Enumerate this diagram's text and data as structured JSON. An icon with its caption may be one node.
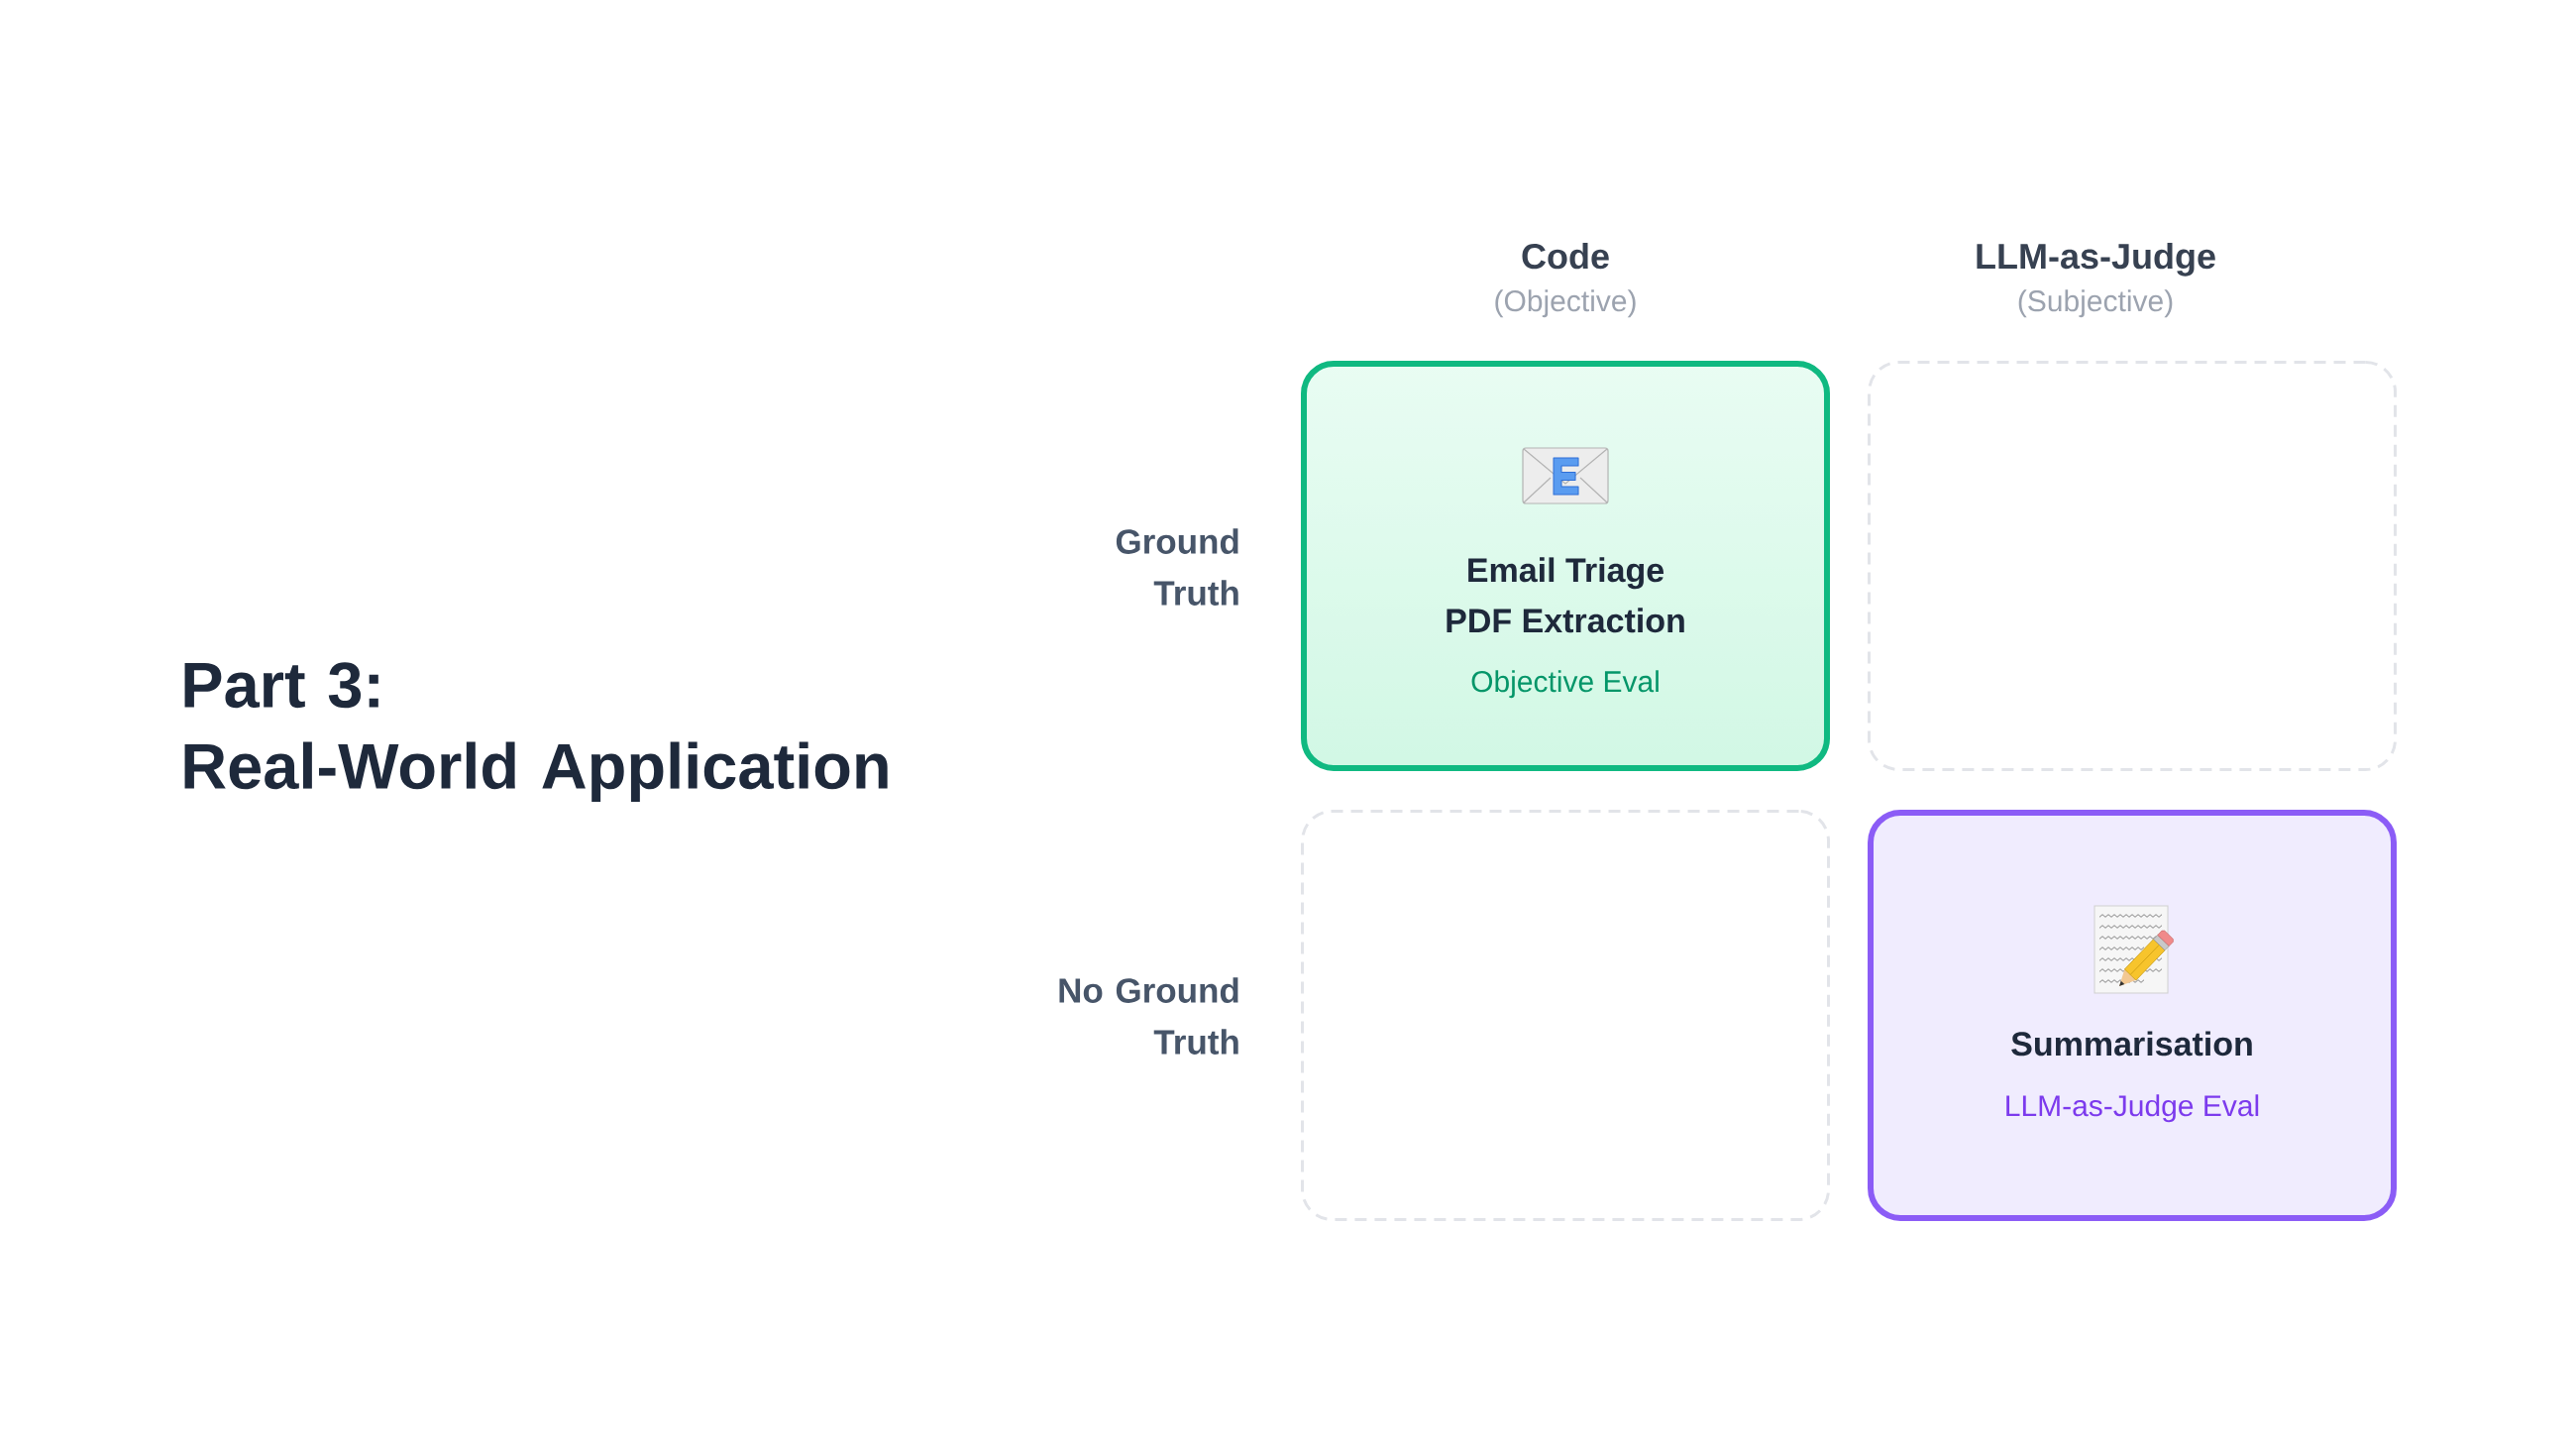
{
  "diagram": {
    "title": "Part 3: Real-World Application",
    "nodes": [
      {
        "text": [
          "Email Triage",
          "PDF Extraction",
          "Objective Eval"
        ]
      },
      {
        "text": [],
        "shape": "box"
      },
      {
        "text": [],
        "shape": "box"
      },
      {
        "text": [
          "Summarisation",
          "LLM-as-Judge Eval"
        ]
      }
    ],
    "labels": [
      "Code",
      "(Objective)",
      "LLM-as-Judge",
      "(Subjective)",
      "Ground Truth",
      "No Ground Truth"
    ]
  }
}
